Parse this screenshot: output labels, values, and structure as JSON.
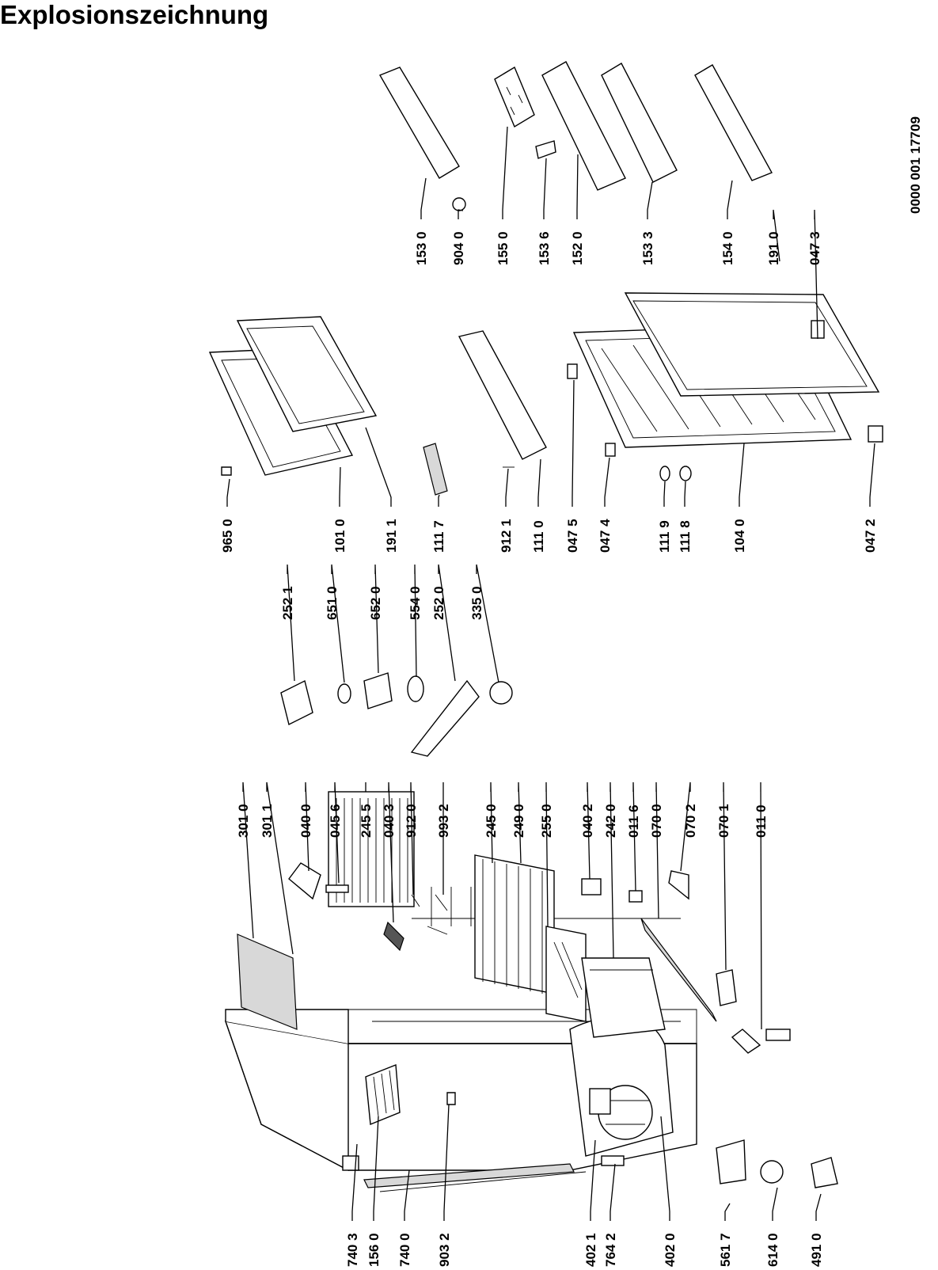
{
  "title": "Explosionszeichnung",
  "document_id": "0000 001 17709",
  "part_labels": {
    "p7403": "740 3",
    "p1560": "156 0",
    "p7400": "740 0",
    "p9032": "903 2",
    "p4021": "402 1",
    "p7642": "764 2",
    "p4020": "402 0",
    "p5617": "561 7",
    "p6140": "614 0",
    "p4910": "491 0",
    "p3010": "301 0",
    "p3011": "301 1",
    "p0400": "040 0",
    "p0456": "045 6",
    "p2455": "245 5",
    "p0403": "040 3",
    "p9120": "912 0",
    "p9932": "993 2",
    "p2450": "245 0",
    "p2490": "249 0",
    "p2550": "255 0",
    "p0402": "040 2",
    "p2420": "242 0",
    "p0116": "011 6",
    "p0700": "070 0",
    "p0702": "070 2",
    "p0701": "070 1",
    "p0110": "011 0",
    "p2521": "252 1",
    "p6510": "651 0",
    "p6520": "652 0",
    "p5540": "554 0",
    "p2520": "252 0",
    "p3350": "335 0",
    "p9650": "965 0",
    "p1010": "101 0",
    "p1911": "191 1",
    "p1117": "111 7",
    "p9121": "912 1",
    "p1110": "111 0",
    "p0475": "047 5",
    "p0474": "047 4",
    "p1119": "111 9",
    "p1118": "111 8",
    "p1040": "104 0",
    "p0472": "047 2",
    "p1530": "153 0",
    "p9040": "904 0",
    "p1550": "155 0",
    "p1536": "153 6",
    "p1520": "152 0",
    "p1533": "153 3",
    "p1540": "154 0",
    "p1910": "191 0",
    "p0473": "047 3"
  }
}
